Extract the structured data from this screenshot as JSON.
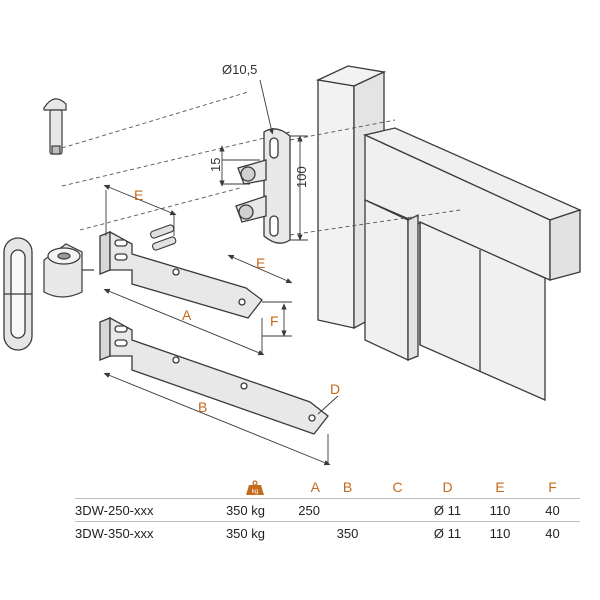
{
  "drawing": {
    "dimension_labels": {
      "hole_diameter": "Ø10,5",
      "height_15": "15",
      "height_100": "100",
      "e_top": "E",
      "e_right": "E",
      "a": "A",
      "b": "B",
      "f": "F",
      "d": "D"
    }
  },
  "table": {
    "weight_icon_text": "kg",
    "headers": [
      "A",
      "B",
      "C",
      "D",
      "E",
      "F"
    ],
    "rows": [
      {
        "model": "3DW-250-xxx",
        "load": "350 kg",
        "a": "250",
        "b": "",
        "c": "",
        "d": "Ø 11",
        "e": "110",
        "f": "40"
      },
      {
        "model": "3DW-350-xxx",
        "load": "350 kg",
        "a": "",
        "b": "350",
        "c": "",
        "d": "Ø 11",
        "e": "110",
        "f": "40"
      }
    ]
  },
  "colors": {
    "accent": "#c66a1e",
    "line": "#3a3a3a",
    "metal": "#e6e6e6",
    "wood": "#f0f0f0"
  }
}
